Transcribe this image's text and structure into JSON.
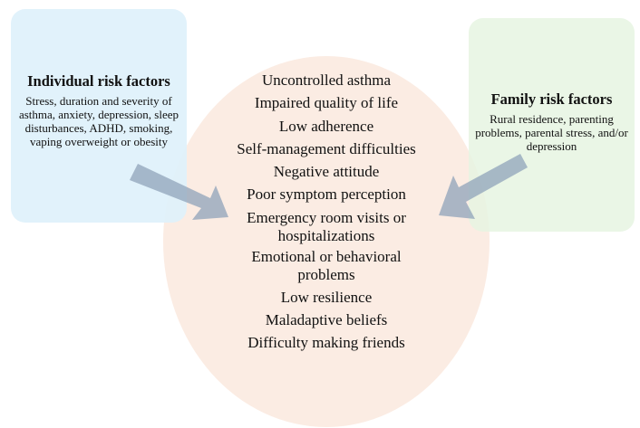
{
  "individual": {
    "title": "Individual risk factors",
    "body": "Stress, duration and severity of asthma, anxiety, depression, sleep disturbances, ADHD, smoking, vaping overweight or obesity"
  },
  "family": {
    "title": "Family risk factors",
    "body": "Rural residence, parenting problems, parental stress, and/or depression"
  },
  "outcomes": [
    "Uncontrolled asthma",
    "Impaired quality of life",
    "Low adherence",
    "Self-management difficulties",
    "Negative attitude",
    "Poor symptom perception",
    "Emergency room visits or hospitalizations",
    "Emotional or behavioral problems",
    "Low resilience",
    "Maladaptive beliefs",
    "Difficulty making friends"
  ],
  "colors": {
    "ellipse": "#fbece3",
    "individual_box": "#def1fb",
    "family_box": "#e6f5e2",
    "arrow": "#9fb0c4"
  }
}
